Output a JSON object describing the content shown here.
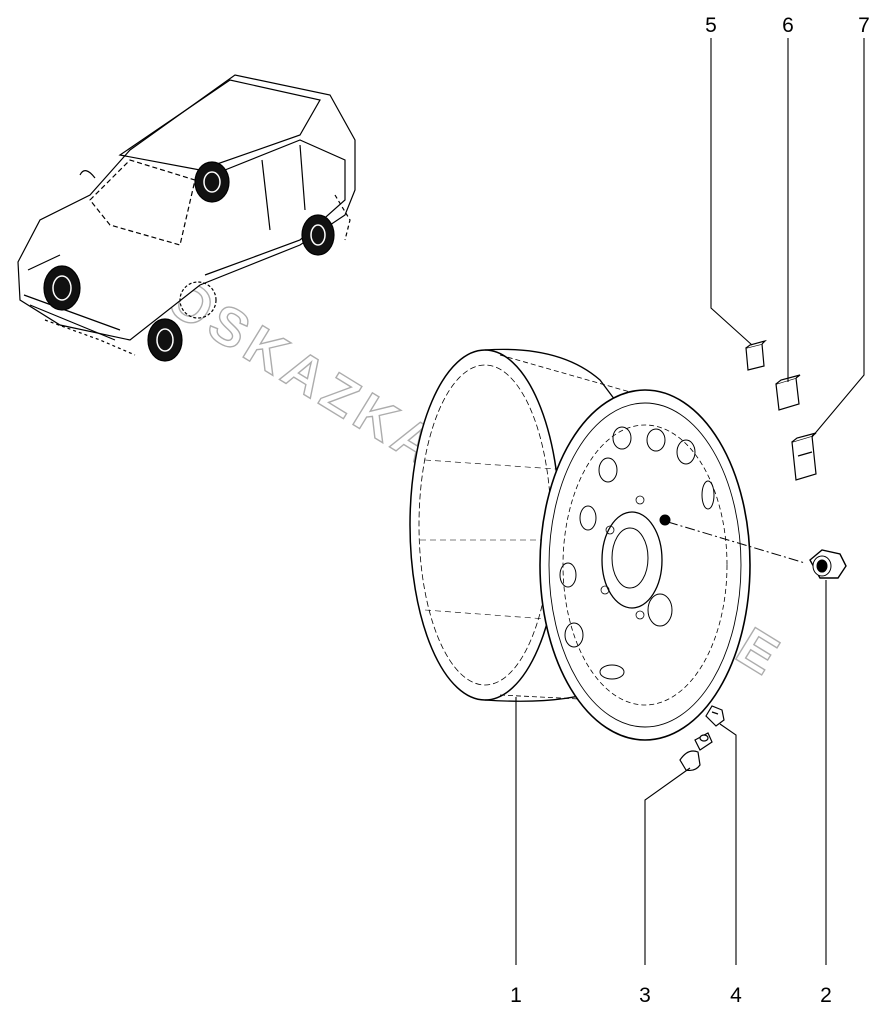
{
  "watermark": "AVTOSKAZKA.CAT.ONLINE",
  "callouts": [
    "1",
    "2",
    "3",
    "4",
    "5",
    "6",
    "7"
  ]
}
